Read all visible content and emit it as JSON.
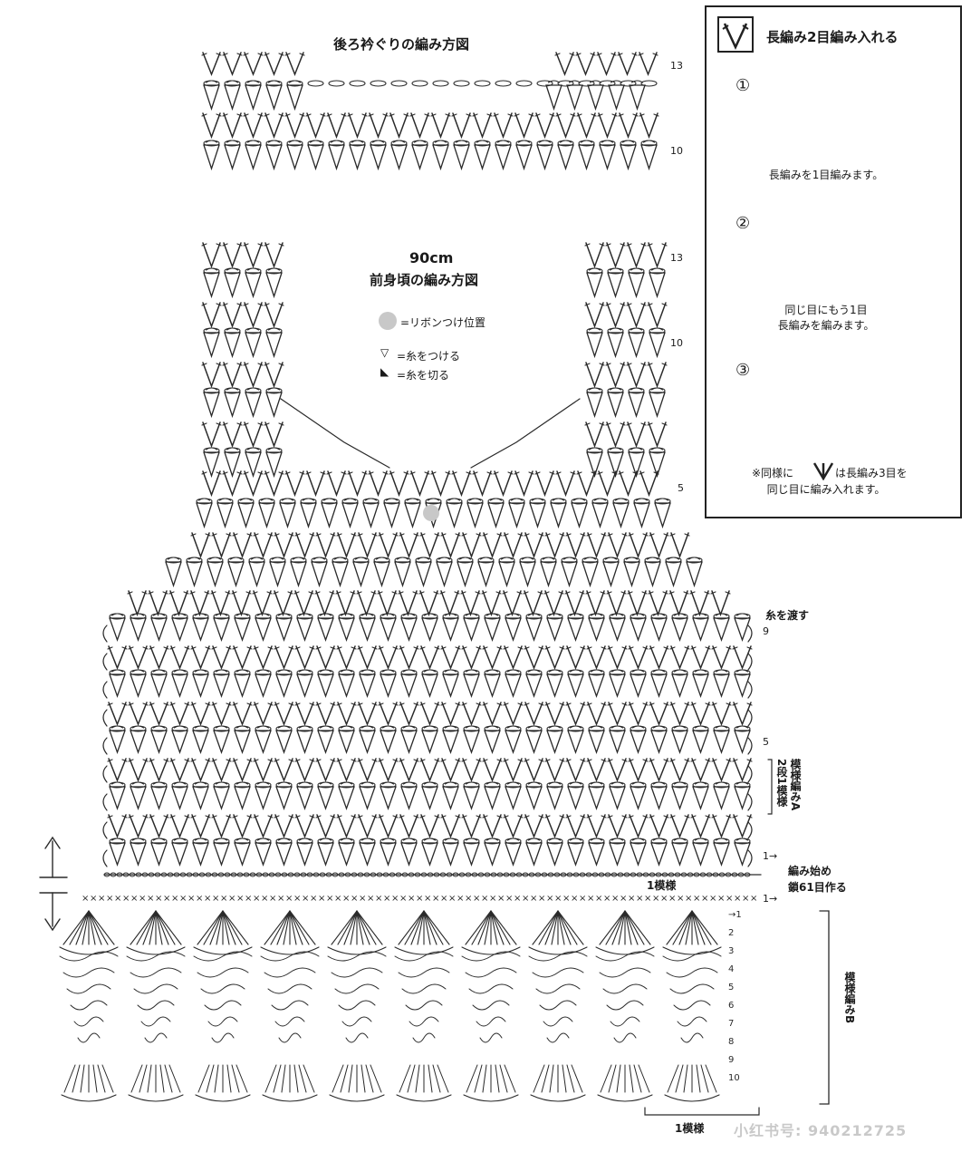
{
  "back_title": "後ろ衿ぐりの編み方図",
  "front_size": "90cm",
  "front_title": "前身頃の編み方図",
  "legend": {
    "ribbon": "=リボンつけ位置",
    "join": "=糸をつける",
    "cut": "=糸を切る"
  },
  "row_labels": {
    "back_13": "13",
    "back_10": "10",
    "front_13": "13",
    "front_10": "10",
    "front_5": "5",
    "body_9": "9",
    "body_5": "5",
    "body_1": "1→",
    "b_1": "1→"
  },
  "pattern_a": "模様編みA",
  "pattern_a_repeat": "2段1模様",
  "thread_note": "糸を渡す",
  "start_note": "編み始め",
  "chain_note": "鎖61目作る",
  "one_repeat": "1模様",
  "pattern_b": "模様編みB",
  "one_repeat_bottom": "1模様",
  "b_rows": [
    "→1",
    "2",
    "3",
    "4",
    "5",
    "6",
    "7",
    "8",
    "9",
    "10"
  ],
  "symbol_box": {
    "title": "長編み2目編み入れる",
    "step1_num": "①",
    "step1": "長編みを1目編みます。",
    "step2_num": "②",
    "step2_a": "同じ目にもう1目",
    "step2_b": "長編みを編みます。",
    "step3_num": "③",
    "note_a": "※同様に",
    "note_b": "は長編み3目を",
    "note_c": "同じ目に編み入れます。"
  },
  "watermark": "小红书号: 940212725",
  "stitch_color": "#2a2a2a"
}
